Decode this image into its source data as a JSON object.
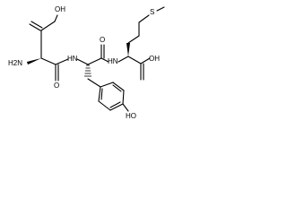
{
  "molecule": {
    "atom_labels": {
      "oh_top": "OH",
      "h2n": "H2N",
      "nh_left": "HN",
      "nh_right": "HN",
      "s": "S",
      "oh_right": "OH",
      "ho_bottom": "HO",
      "o_left": "O",
      "o_right": "O"
    },
    "colors": {
      "bond": "#000000",
      "background": "#ffffff"
    }
  }
}
